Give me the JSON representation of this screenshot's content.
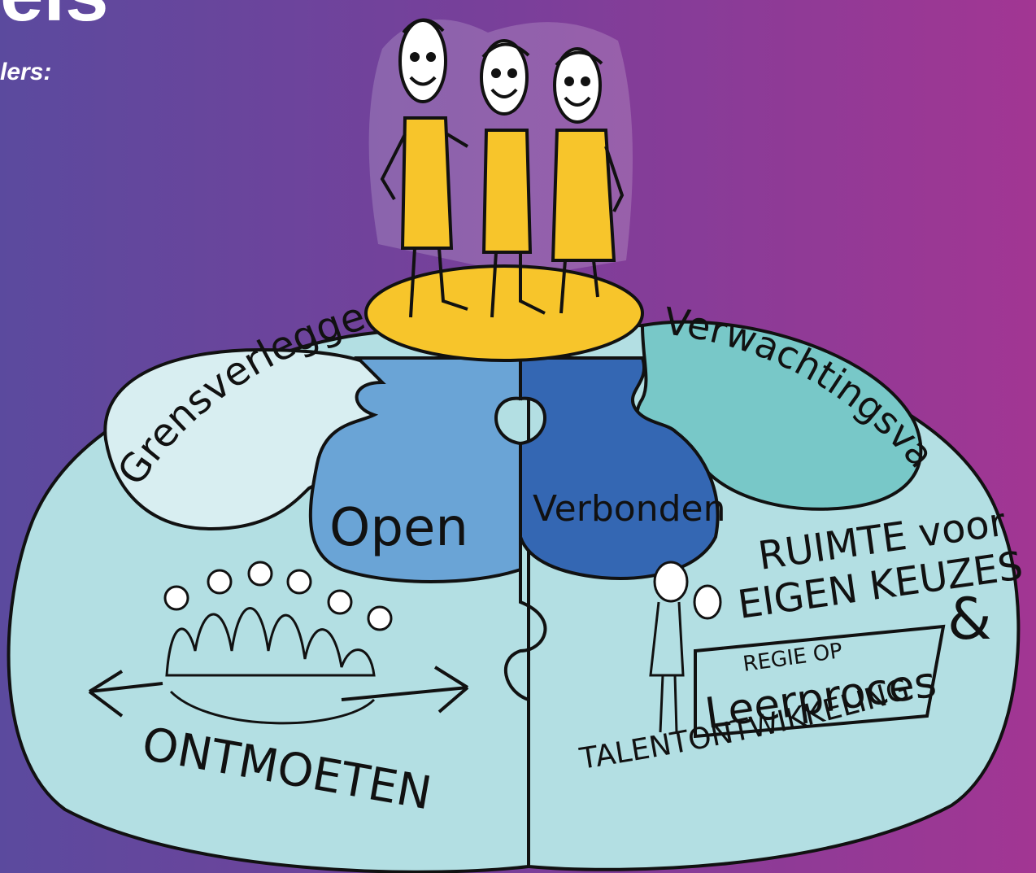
{
  "header": {
    "title_fragment": "els",
    "subtitle_fragment": "lers:"
  },
  "diagram": {
    "left_petal_label": "Grensverleggend",
    "right_petal_label": "Verwachtingsval",
    "puzzle_left_label": "Open",
    "puzzle_right_label": "Verbonden",
    "bottom_left_label": "ONTMOETEN",
    "bottom_right_line1": "RUIMTE voor",
    "bottom_right_line2": "EIGEN KEUZES",
    "ampersand": "&",
    "regie_label": "REGIE OP",
    "leerproces_label": "Leerproces",
    "bottom_right_arc_label": "TALENTONTWIKKELING"
  },
  "colors": {
    "gradient_left": "#5b4a9e",
    "gradient_right": "#a23693",
    "outline": "#111111",
    "heart_fill": "#b3dfe3",
    "left_petal_fill": "#d8eef1",
    "right_petal_fill": "#78c8c8",
    "puzzle_left_fill": "#6aa4d6",
    "puzzle_right_fill": "#3467b3",
    "platform_fill": "#f7c52b",
    "dress_fill": "#f7c52b"
  }
}
